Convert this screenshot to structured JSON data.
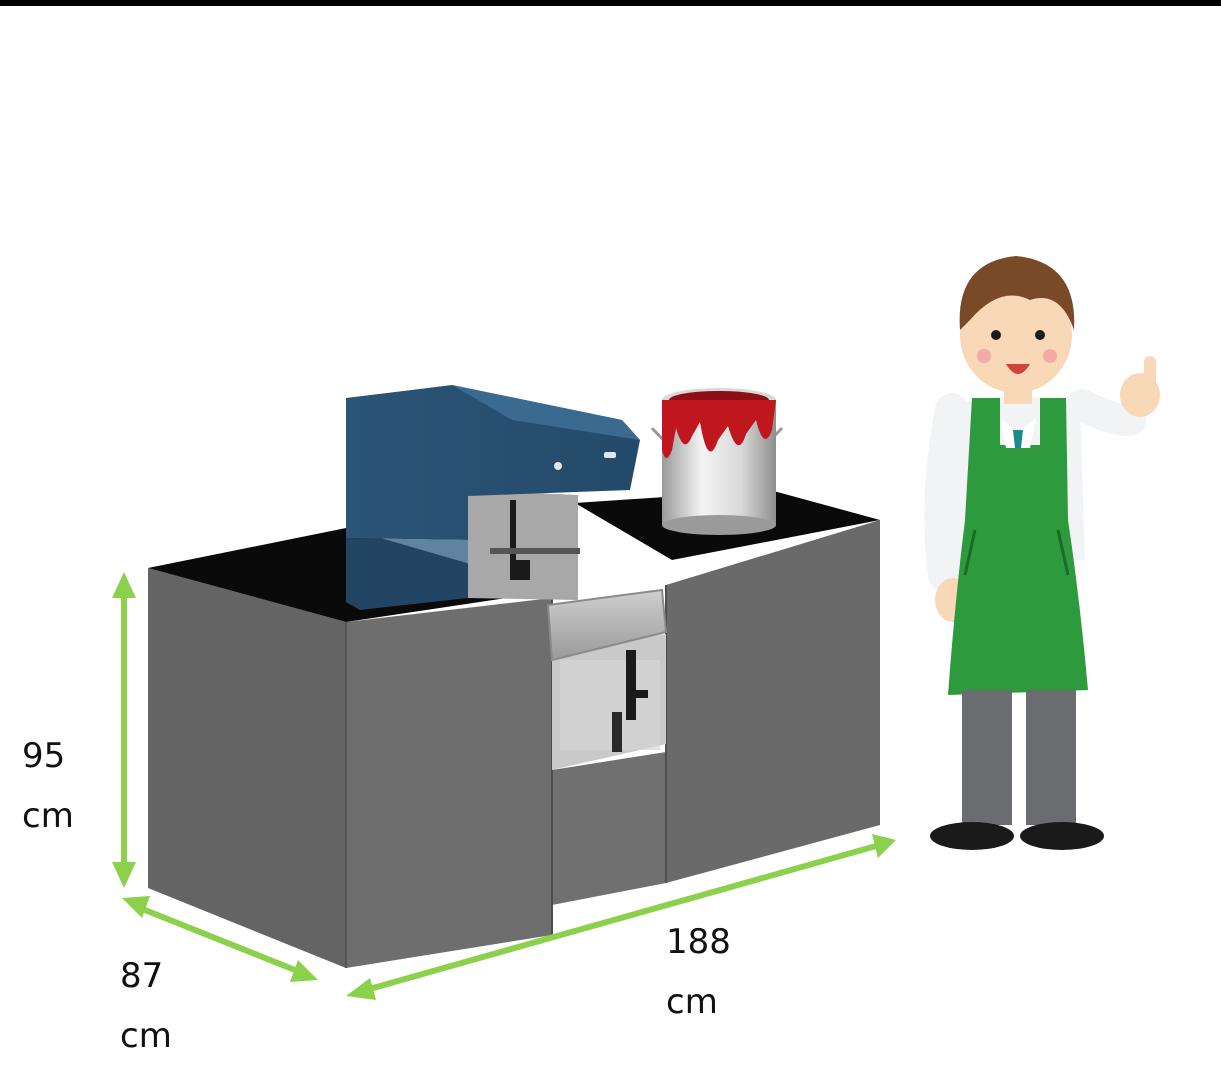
{
  "dimensions": {
    "height": {
      "value": "95",
      "unit": "cm"
    },
    "depth": {
      "value": "87",
      "unit": "cm"
    },
    "width": {
      "value": "188",
      "unit": "cm"
    }
  },
  "colors": {
    "arrow": "#8bd14b",
    "cabinet": "#6f6f6f",
    "cabinet_dark": "#5a5a5a",
    "countertop": "#0a0a0a",
    "machine_hood": "#2d5a7e",
    "paint": "#c0161e",
    "apron": "#2e9a3e"
  },
  "objects": [
    "paint-machine-cabinet",
    "paint-can",
    "shop-clerk-figure"
  ]
}
